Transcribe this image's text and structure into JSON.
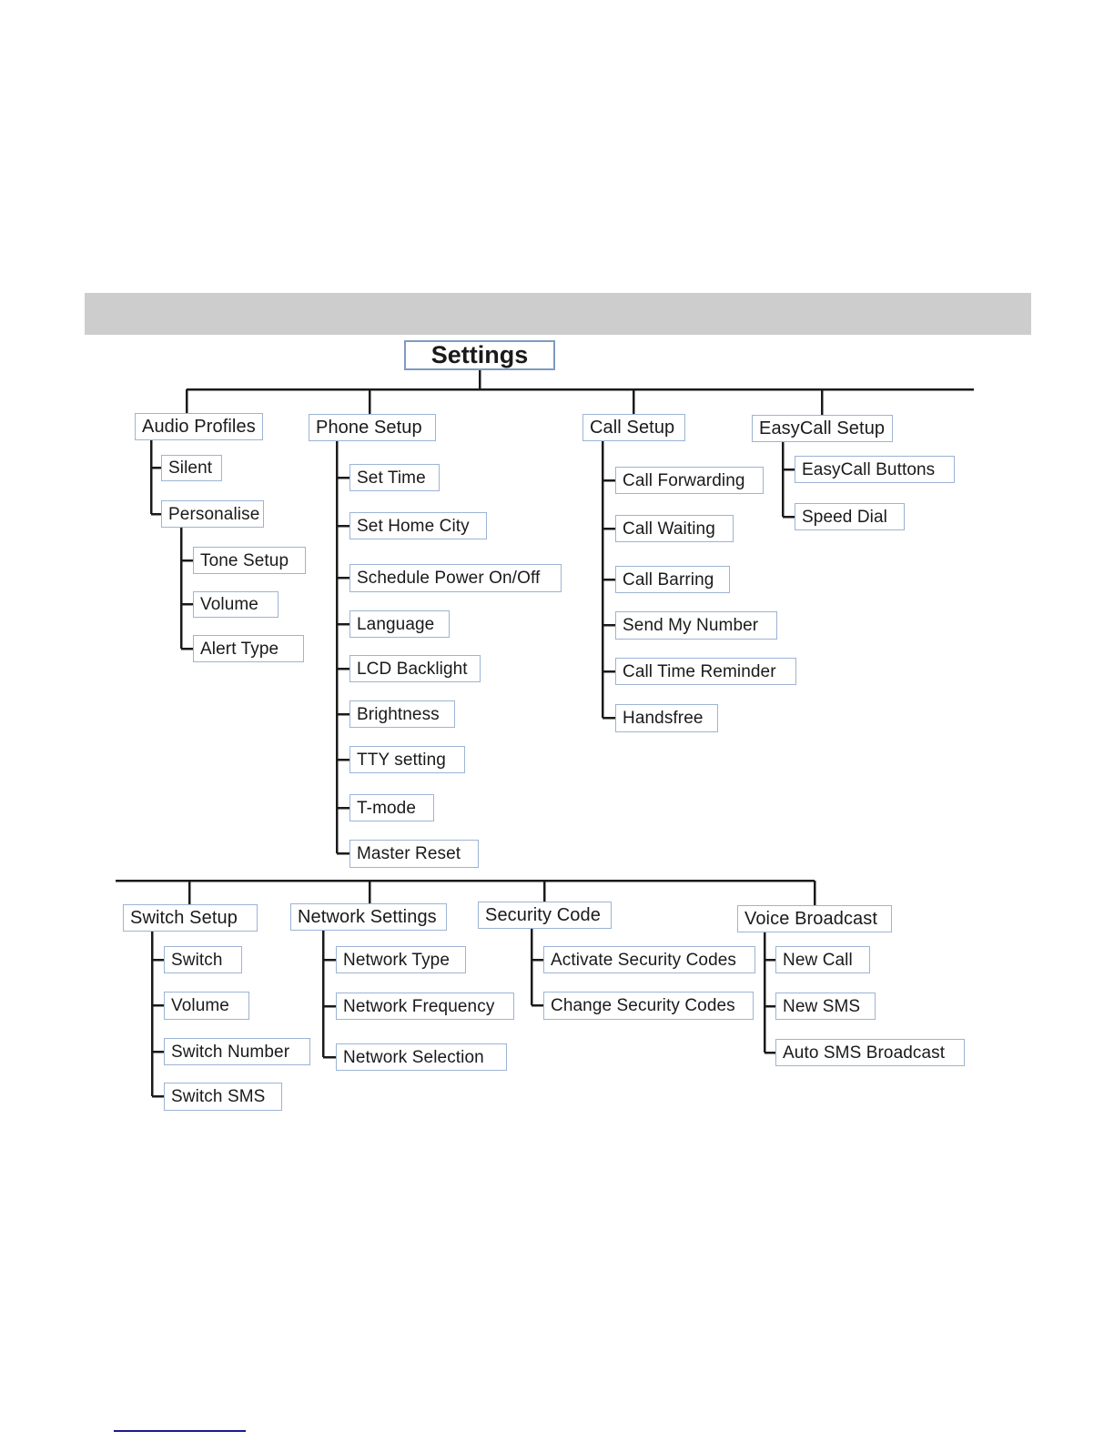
{
  "page": {
    "header_band_color": "#cdcdcd",
    "box_border_color": "#9cb4d4",
    "root_border_color": "#7f9bc1",
    "connector_color": "#1a1a1a",
    "footer_rule_color": "#1a1a8c"
  },
  "chart_data": {
    "type": "diagram",
    "subtype": "tree",
    "title": "Settings",
    "root": "Settings",
    "orientation": "top-down",
    "levels": 4,
    "branches": [
      {
        "label": "Audio Profiles",
        "children": [
          {
            "label": "Silent",
            "children": []
          },
          {
            "label": "Personalise",
            "children": [
              {
                "label": "Tone Setup"
              },
              {
                "label": "Volume"
              },
              {
                "label": "Alert Type"
              }
            ]
          }
        ]
      },
      {
        "label": "Phone Setup",
        "children": [
          {
            "label": "Set Time"
          },
          {
            "label": "Set Home City"
          },
          {
            "label": "Schedule Power On/Off"
          },
          {
            "label": "Language"
          },
          {
            "label": "LCD Backlight"
          },
          {
            "label": "Brightness"
          },
          {
            "label": "TTY setting"
          },
          {
            "label": "T-mode"
          },
          {
            "label": "Master Reset"
          }
        ]
      },
      {
        "label": "Call Setup",
        "children": [
          {
            "label": "Call Forwarding"
          },
          {
            "label": "Call Waiting"
          },
          {
            "label": "Call Barring"
          },
          {
            "label": "Send My Number"
          },
          {
            "label": "Call Time Reminder"
          },
          {
            "label": "Handsfree"
          }
        ]
      },
      {
        "label": "EasyCall Setup",
        "children": [
          {
            "label": "EasyCall Buttons"
          },
          {
            "label": "Speed Dial"
          }
        ]
      },
      {
        "label": "Switch Setup",
        "children": [
          {
            "label": "Switch"
          },
          {
            "label": "Volume"
          },
          {
            "label": "Switch Number"
          },
          {
            "label": "Switch SMS"
          }
        ]
      },
      {
        "label": "Network Settings",
        "children": [
          {
            "label": "Network Type"
          },
          {
            "label": "Network Frequency"
          },
          {
            "label": "Network Selection"
          }
        ]
      },
      {
        "label": "Security Code",
        "children": [
          {
            "label": "Activate Security Codes"
          },
          {
            "label": "Change Security Codes"
          }
        ]
      },
      {
        "label": "Voice Broadcast",
        "children": [
          {
            "label": "New Call"
          },
          {
            "label": "New SMS"
          },
          {
            "label": "Auto SMS Broadcast"
          }
        ]
      }
    ]
  },
  "nodes": {
    "root": "Settings",
    "audio_profiles": "Audio Profiles",
    "silent": "Silent",
    "personalise": "Personalise",
    "tone_setup": "Tone Setup",
    "audio_volume": "Volume",
    "alert_type": "Alert Type",
    "phone_setup": "Phone Setup",
    "set_time": "Set Time",
    "set_home_city": "Set Home City",
    "schedule_power": "Schedule Power On/Off",
    "language": "Language",
    "lcd_backlight": "LCD Backlight",
    "brightness": "Brightness",
    "tty_setting": "TTY setting",
    "t_mode": "T-mode",
    "master_reset": "Master Reset",
    "call_setup": "Call Setup",
    "call_forwarding": "Call Forwarding",
    "call_waiting": "Call Waiting",
    "call_barring": "Call Barring",
    "send_my_number": "Send My Number",
    "call_time_reminder": "Call Time Reminder",
    "handsfree": "Handsfree",
    "easycall_setup": "EasyCall Setup",
    "easycall_buttons": "EasyCall Buttons",
    "speed_dial": "Speed Dial",
    "switch_setup": "Switch Setup",
    "switch": "Switch",
    "switch_volume": "Volume",
    "switch_number": "Switch Number",
    "switch_sms": "Switch SMS",
    "network_settings": "Network Settings",
    "network_type": "Network Type",
    "network_frequency": "Network Frequency",
    "network_selection": "Network Selection",
    "security_code": "Security Code",
    "activate_security_codes": "Activate Security Codes",
    "change_security_codes": "Change Security Codes",
    "voice_broadcast": "Voice Broadcast",
    "new_call": "New Call",
    "new_sms": "New SMS",
    "auto_sms_broadcast": "Auto SMS Broadcast"
  }
}
